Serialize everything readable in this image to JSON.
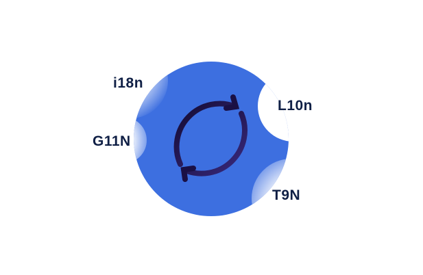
{
  "labels": {
    "i18n": "i18n",
    "l10n": "L10n",
    "g11n": "G11N",
    "t9n": "T9N"
  },
  "colors": {
    "disc": "#3d6fe0",
    "arrows": "#120a30",
    "arrow_tip": "#3a2a80",
    "text": "#0f1f45"
  },
  "icon": "refresh-cycle-icon"
}
